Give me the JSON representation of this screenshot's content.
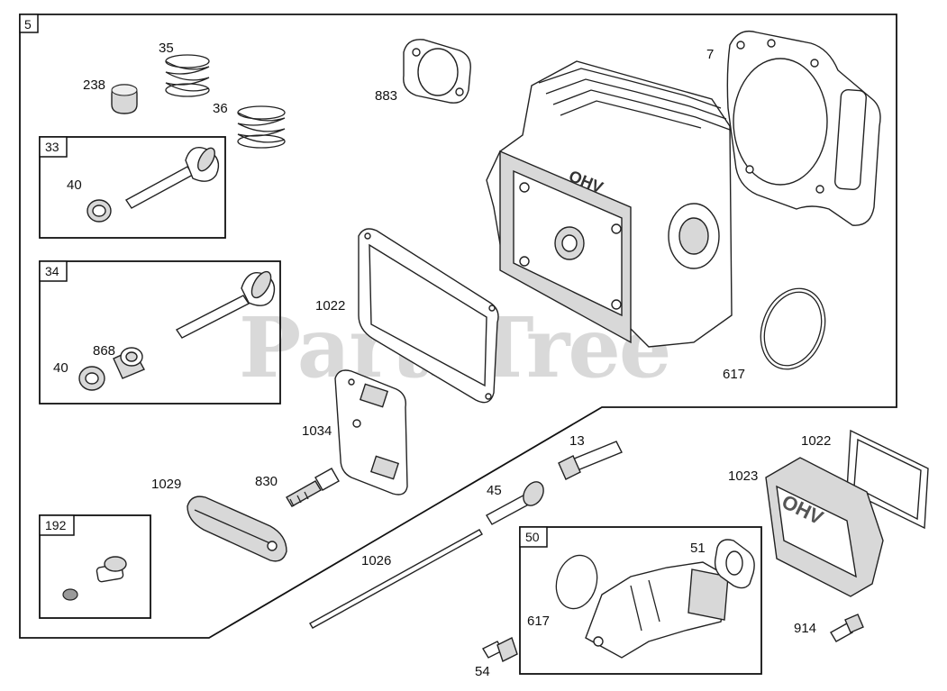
{
  "watermark": "PartsTree",
  "main_group": {
    "label": "5"
  },
  "groups": [
    {
      "key": "valve_intake",
      "label": "33"
    },
    {
      "key": "valve_exhaust",
      "label": "34"
    },
    {
      "key": "breather",
      "label": "192"
    },
    {
      "key": "intake_elbow",
      "label": "50"
    }
  ],
  "callouts": {
    "c238": "238",
    "c35": "35",
    "c36": "36",
    "c40a": "40",
    "c40b": "40",
    "c868": "868",
    "c883": "883",
    "c7": "7",
    "c1022a": "1022",
    "c617a": "617",
    "c1034": "1034",
    "c830": "830",
    "c1029": "1029",
    "c13": "13",
    "c45": "45",
    "c1026": "1026",
    "c54": "54",
    "c51": "51",
    "c617b": "617",
    "c1022b": "1022",
    "c1023": "1023",
    "c914": "914"
  },
  "icons": [
    "cylinder-head",
    "head-gasket",
    "valve",
    "valve-spring",
    "rocker-arm",
    "push-rod",
    "intake-elbow",
    "valve-cover",
    "bolt"
  ]
}
